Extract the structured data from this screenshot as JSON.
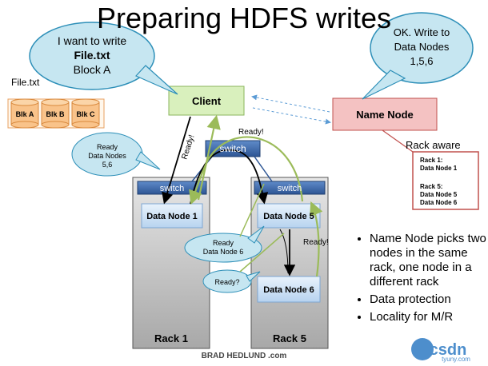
{
  "slide": {
    "title": "Preparing HDFS writes",
    "footer": "BRAD HEDLUND .com",
    "watermark": "csdn",
    "watermark_url": "tyuny.com"
  },
  "client_bubble": {
    "line1": "I want to write",
    "line2": "File.txt",
    "line3": "Block A"
  },
  "namenode_bubble": {
    "line1": "OK. Write to",
    "line2": "Data Nodes",
    "line3": "1,5,6"
  },
  "file": {
    "label": "File.txt",
    "blocks": [
      "Blk A",
      "Blk B",
      "Blk C"
    ]
  },
  "client": {
    "label": "Client"
  },
  "namenode": {
    "label": "Name Node"
  },
  "rack_aware": {
    "label": "Rack aware",
    "lines": [
      "Rack 1:",
      "Data Node 1",
      "",
      "Rack 5:",
      "Data Node 5",
      "Data Node 6"
    ]
  },
  "switches": {
    "core": "switch",
    "rack1": "switch",
    "rack5": "switch"
  },
  "racks": {
    "rack1": "Rack 1",
    "rack5": "Rack 5"
  },
  "datanodes": {
    "dn1": "Data Node 1",
    "dn5": "Data Node 5",
    "dn6": "Data Node 6"
  },
  "annotations": {
    "ready_dn_56": {
      "line1": "Ready",
      "line2": "Data Nodes",
      "line3": "5,6"
    },
    "ready_dn6": {
      "line1": "Ready",
      "line2": "Data Node 6"
    },
    "ready_q": "Ready?",
    "ready_excl_1": "Ready!",
    "ready_excl_2": "Ready!",
    "ready_excl_3": "Ready!"
  },
  "bullets": [
    "Name Node picks two nodes in the same rack, one node in a different rack",
    "Data protection",
    "Locality for M/R"
  ],
  "colors": {
    "bubble_fill": "#c6e6f1",
    "bubble_stroke": "#2d8fb8",
    "client_fill": "#d9f0bd",
    "client_stroke": "#8ab55c",
    "namenode_fill": "#f4c2c2",
    "namenode_stroke": "#c0504d",
    "switch_fill": "#3a6aad",
    "datanode_fill": "#cfe4f7",
    "rack_fill": "#c8c8c8",
    "block_fill": "#f9c38a",
    "arrow_green": "#9bbb59",
    "rack_aware_stroke": "#c0504d"
  }
}
